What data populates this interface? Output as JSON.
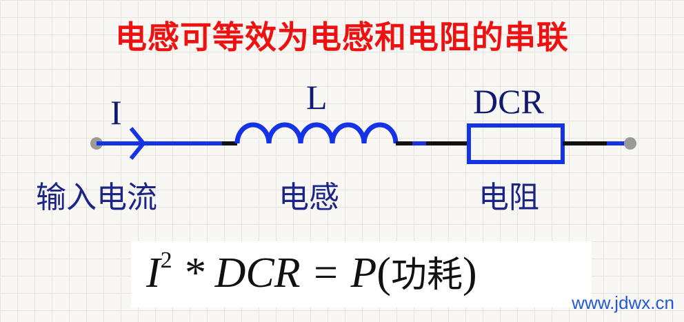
{
  "title": "电感可等效为电感和电阻的串联",
  "symbols": {
    "current": "I",
    "inductor": "L",
    "resistor": "DCR"
  },
  "labels": {
    "input_current": "输入电流",
    "inductor": "电感",
    "resistor": "电阻"
  },
  "formula": {
    "base": "I",
    "exponent": "2",
    "rest": " * DCR = P",
    "paren_open": "(",
    "chinese": "功耗",
    "paren_close": ")"
  },
  "watermark": "www.jdwx.cn",
  "colors": {
    "title": "#ee1111",
    "wire": "#1433e6",
    "text": "#1b2487",
    "black_wire": "#111111",
    "terminal": "#9a9a9a"
  }
}
